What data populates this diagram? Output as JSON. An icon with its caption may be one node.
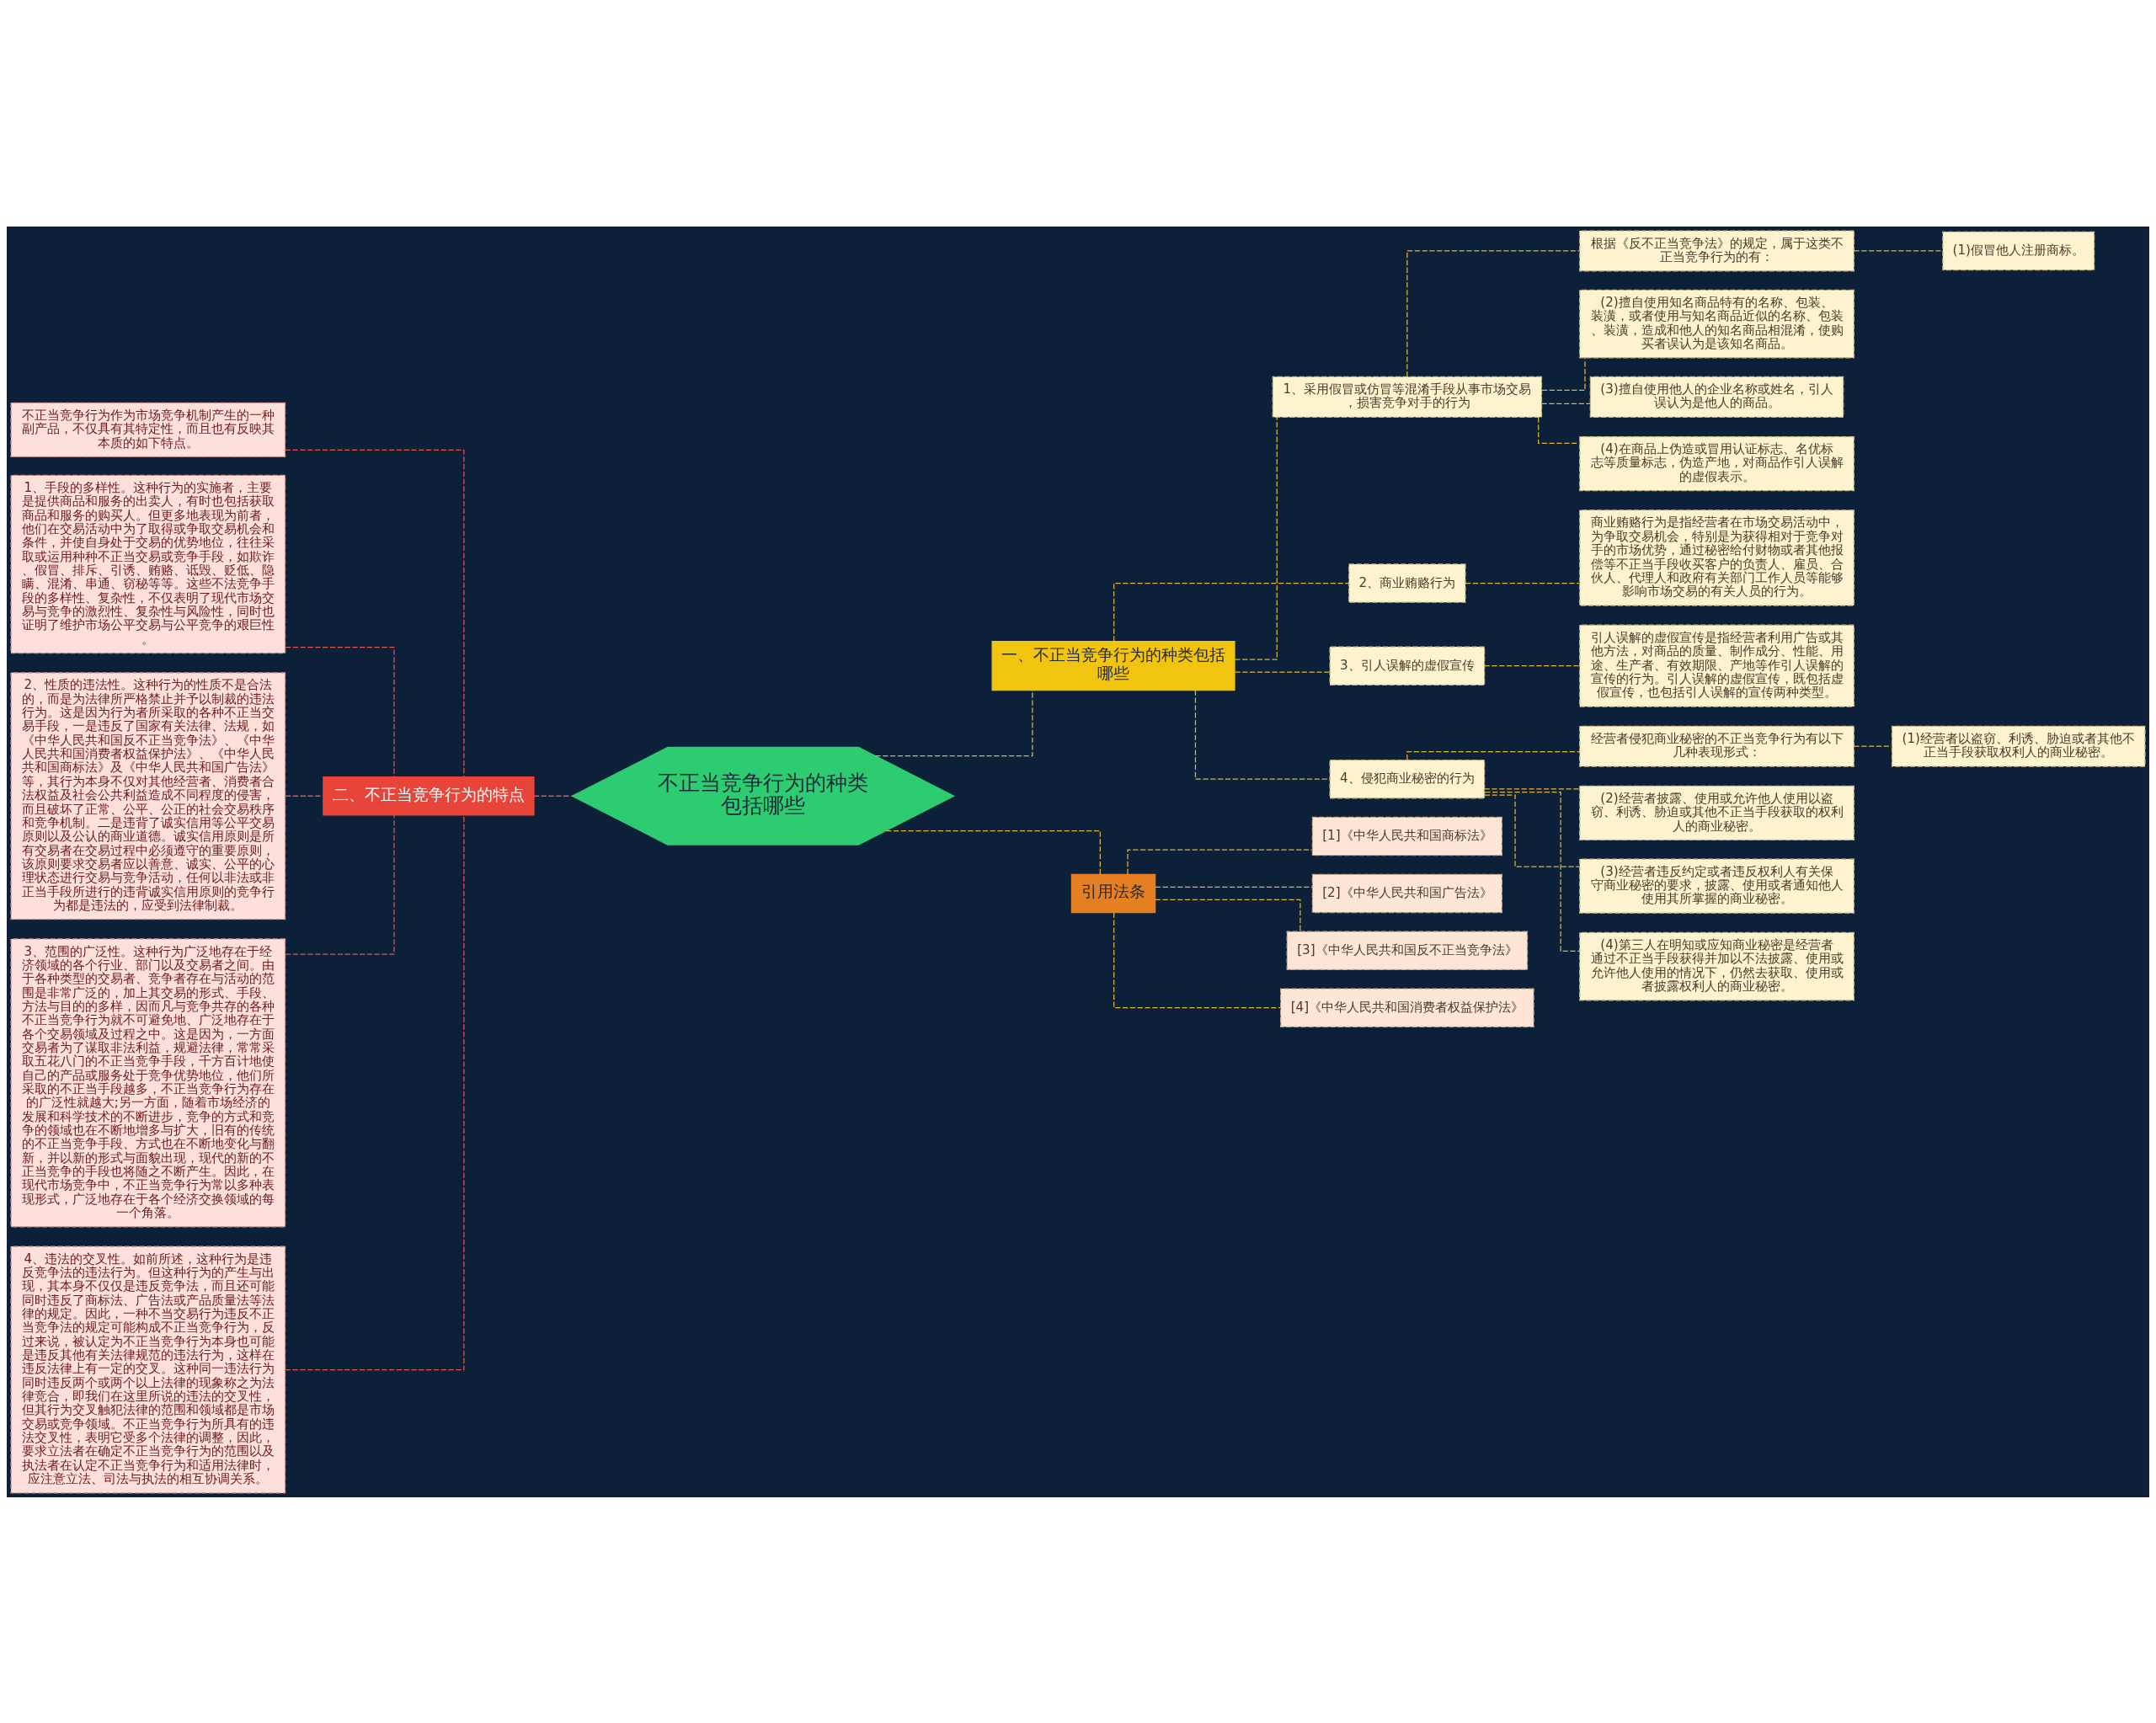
{
  "diagram": {
    "nodes": [
      {
        "text": [
          "不正当竞争行为的种类包括哪些"
        ]
      },
      {
        "text": [
          "二、不正当竞争行为的特点"
        ]
      },
      {
        "text": [
          "不正当竞争行为作为市场竞争机制产生的一种副产品，不仅具有其特定性，而且也有反映其本质的如下特点。"
        ]
      },
      {
        "text": [
          "1、手段的多样性。这种行为的实施者，主要是提供商品和服务的出卖人，有时也包括获取商品和服务的购买人。但更多地表现为前者，他们在交易活动中为了取得或争取交易机会和条件，并使自身处于交易的优势地位，往往采取或运用种种不正当交易或竞争手段，如欺诈、假冒、排斥、引诱、贿赂、诋毁、贬低、隐瞒、混淆、串通、窃秘等等。这些不法竞争手段的多样性、复杂性，不仅表明了现代市场交易与竞争的激烈性、复杂性与风险性，同时也证明了维护市场公平交易与公平竞争的艰巨性。"
        ]
      },
      {
        "text": [
          "2、性质的违法性。这种行为的性质不是合法的，而是为法律所严格禁止并予以制裁的违法行为。这是因为行为者所采取的各种不正当交易手段，一是违反了国家有关法律、法规，如《中华人民共和国反不正当竞争法》、《中华人民共和国消费者权益保护法》、《中华人民共和国商标法》及《中华人民共和国广告法》等，其行为本身不仅对其他经营者、消费者合法权益及社会公共利益造成不同程度的侵害，而且破坏了正常、公平、公正的社会交易秩序和竞争机制。二是违背了诚实信用等公平交易原则以及公认的商业道德。诚实信用原则是所有交易者在交易过程中必须遵守的重要原则，该原则要求交易者应以善意、诚实、公平的心理状态进行交易与竞争活动，任何以非法或非正当手段所进行的违背诚实信用原则的竞争行为都是违法的，应受到法律制裁。"
        ]
      },
      {
        "text": [
          "3、范围的广泛性。这种行为广泛地存在于经济领域的各个行业、部门以及交易者之间。由于各种类型的交易者、竞争者存在与活动的范围是非常广泛的，加上其交易的形式、手段、方法与目的的多样，因而凡与竞争共存的各种不正当竞争行为就不可避免地、广泛地存在于各个交易领域及过程之中。这是因为，一方面交易者为了谋取非法利益，规避法律，常常采取五花八门的不正当竞争手段，千方百计地使自己的产品或服务处于竞争优势地位，他们所采取的不正当手段越多，不正当竞争行为存在的广泛性就越大;另一方面，随着市场经济的发展和科学技术的不断进步，竞争的方式和竞争的领域也在不断地增多与扩大，旧有的传统的不正当竞争手段、方式也在不断地变化与翻新，并以新的形式与面貌出现，现代的新的不正当竞争的手段也将随之不断产生。因此，在现代市场竞争中，不正当竞争行为常以多种表现形式，广泛地存在于各个经济交换领域的每一个角落。"
        ]
      },
      {
        "text": [
          "4、违法的交叉性。如前所述，这种行为是违反竞争法的违法行为。但这种行为的产生与出现，其本身不仅仅是违反竞争法，而且还可能同时违反了商标法、广告法或产品质量法等法律的规定。因此，一种不当交易行为违反不正当竞争法的规定可能构成不正当竞争行为，反过来说，被认定为不正当竞争行为本身也可能是违反其他有关法律规范的违法行为，这样在违反法律上有一定的交叉。这种同一违法行为同时违反两个或两个以上法律的现象称之为法律竞合，即我们在这里所说的违法的交叉性，但其行为交叉触犯法律的范围和领域都是市场交易或竞争领域。不正当竞争行为所具有的违法交叉性，表明它受多个法律的调整，因此，要求立法者在确定不正当竞争行为的范围以及执法者在认定不正当竞争行为和适用法律时，应注意立法、司法与执法的相互协调关系。"
        ]
      },
      {
        "text": [
          "一、不正当竞争行为的种类包括哪些"
        ]
      },
      {
        "text": [
          "1、采用假冒或仿冒等混淆手段从事市场交易，损害竞争对手的行为"
        ]
      },
      {
        "text": [
          "根据《反不正当竞争法》的规定，属于这类不正当竞争行为的有："
        ]
      },
      {
        "text": [
          "(1)假冒他人注册商标。"
        ]
      },
      {
        "text": [
          "(2)擅自使用知名商品特有的名称、包装、装潢，或者使用与知名商品近似的名称、包装、装潢，造成和他人的知名商品相混淆，使购买者误认为是该知名商品。"
        ]
      },
      {
        "text": [
          "(3)擅自使用他人的企业名称或姓名，引人误认为是他人的商品。"
        ]
      },
      {
        "text": [
          "(4)在商品上伪造或冒用认证标志、名优标志等质量标志，伪造产地，对商品作引人误解的虚假表示。"
        ]
      },
      {
        "text": [
          "2、商业贿赂行为"
        ]
      },
      {
        "text": [
          "商业贿赂行为是指经营者在市场交易活动中，为争取交易机会，特别是为获得相对于竞争对手的市场优势，通过秘密给付财物或者其他报偿等不正当手段收买客户的负责人、雇员、合伙人、代理人和政府有关部门工作人员等能够影响市场交易的有关人员的行为。"
        ]
      },
      {
        "text": [
          "3、引人误解的虚假宣传"
        ]
      },
      {
        "text": [
          "引人误解的虚假宣传是指经营者利用广告或其他方法，对商品的质量、制作成分、性能、用途、生产者、有效期限、产地等作引人误解的宣传的行为。引人误解的虚假宣传，既包括虚假宣传，也包括引人误解的宣传两种类型。"
        ]
      },
      {
        "text": [
          "4、侵犯商业秘密的行为"
        ]
      },
      {
        "text": [
          "经营者侵犯商业秘密的不正当竞争行为有以下几种表现形式："
        ]
      },
      {
        "text": [
          "(1)经营者以盗窃、利诱、胁迫或者其他不正当手段获取权利人的商业秘密。"
        ]
      },
      {
        "text": [
          "(2)经营者披露、使用或允许他人使用以盗窃、利诱、胁迫或其他不正当手段获取的权利人的商业秘密。"
        ]
      },
      {
        "text": [
          "(3)经营者违反约定或者违反权利人有关保守商业秘密的要求，披露、使用或者通知他人使用其所掌握的商业秘密。"
        ]
      },
      {
        "text": [
          "(4)第三人在明知或应知商业秘密是经营者通过不正当手段获得并加以不法披露、使用或允许他人使用的情况下，仍然去获取、使用或者披露权利人的商业秘密。"
        ]
      },
      {
        "text": [
          "引用法条"
        ]
      },
      {
        "text": [
          "[1]《中华人民共和国商标法》"
        ]
      },
      {
        "text": [
          "[2]《中华人民共和国广告法》"
        ]
      },
      {
        "text": [
          "[3]《中华人民共和国反不正当竞争法》"
        ]
      },
      {
        "text": [
          "[4]《中华人民共和国消费者权益保护法》"
        ]
      }
    ],
    "edges": [
      {
        "from": 0,
        "to": 1,
        "arrow": "none",
        "color": "#e8544e"
      },
      {
        "from": 1,
        "to": 2,
        "arrow": "none",
        "color": "#e8544e"
      },
      {
        "from": 1,
        "to": 3,
        "arrow": "none",
        "color": "#e8544e"
      },
      {
        "from": 1,
        "to": 4,
        "arrow": "none",
        "color": "#e8544e"
      },
      {
        "from": 1,
        "to": 5,
        "arrow": "none",
        "color": "#e8544e"
      },
      {
        "from": 1,
        "to": 6,
        "arrow": "none",
        "color": "#e8544e"
      },
      {
        "from": 0,
        "to": 7,
        "arrow": "none"
      },
      {
        "from": 7,
        "to": 8,
        "arrow": "none"
      },
      {
        "from": 8,
        "to": 9,
        "arrow": "none"
      },
      {
        "from": 9,
        "to": 10,
        "arrow": "none"
      },
      {
        "from": 8,
        "to": 11,
        "arrow": "none"
      },
      {
        "from": 8,
        "to": 12,
        "arrow": "none"
      },
      {
        "from": 8,
        "to": 13,
        "arrow": "none"
      },
      {
        "from": 7,
        "to": 14,
        "arrow": "none"
      },
      {
        "from": 14,
        "to": 15,
        "arrow": "none"
      },
      {
        "from": 7,
        "to": 16,
        "arrow": "none"
      },
      {
        "from": 16,
        "to": 17,
        "arrow": "none"
      },
      {
        "from": 7,
        "to": 18,
        "arrow": "none"
      },
      {
        "from": 18,
        "to": 19,
        "arrow": "none"
      },
      {
        "from": 19,
        "to": 20,
        "arrow": "none"
      },
      {
        "from": 18,
        "to": 21,
        "arrow": "none"
      },
      {
        "from": 18,
        "to": 22,
        "arrow": "none"
      },
      {
        "from": 18,
        "to": 23,
        "arrow": "none"
      },
      {
        "from": 0,
        "to": 24,
        "arrow": "none"
      },
      {
        "from": 24,
        "to": 25,
        "arrow": "none"
      },
      {
        "from": 24,
        "to": 26,
        "arrow": "none"
      },
      {
        "from": 24,
        "to": 27,
        "arrow": "none"
      },
      {
        "from": 24,
        "to": 28,
        "arrow": "none"
      }
    ]
  }
}
